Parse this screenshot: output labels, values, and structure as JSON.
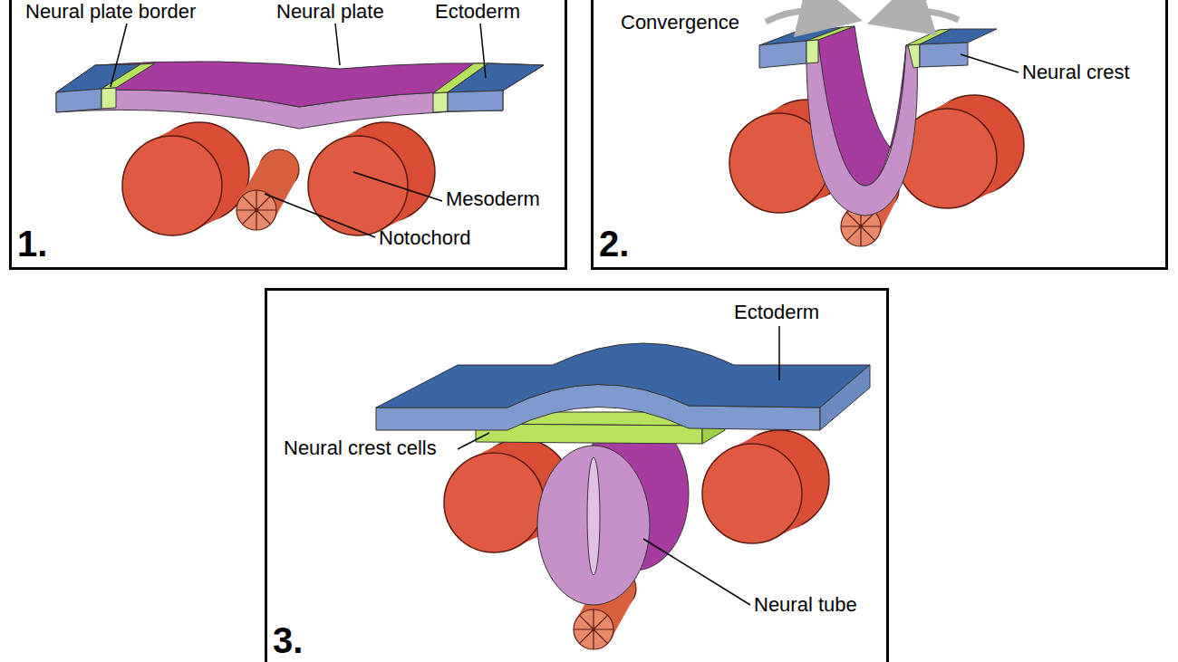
{
  "diagram": {
    "nodes": [
      {
        "text": [
          "1."
        ]
      },
      {
        "text": [
          "2."
        ]
      },
      {
        "text": [
          "3."
        ]
      }
    ],
    "labels": [
      "Neural plate border",
      "Neural plate",
      "Ectoderm",
      "Mesoderm",
      "Notochord",
      "Convergence",
      "Neural crest",
      "Ectoderm",
      "Neural crest cells",
      "Neural tube"
    ]
  }
}
